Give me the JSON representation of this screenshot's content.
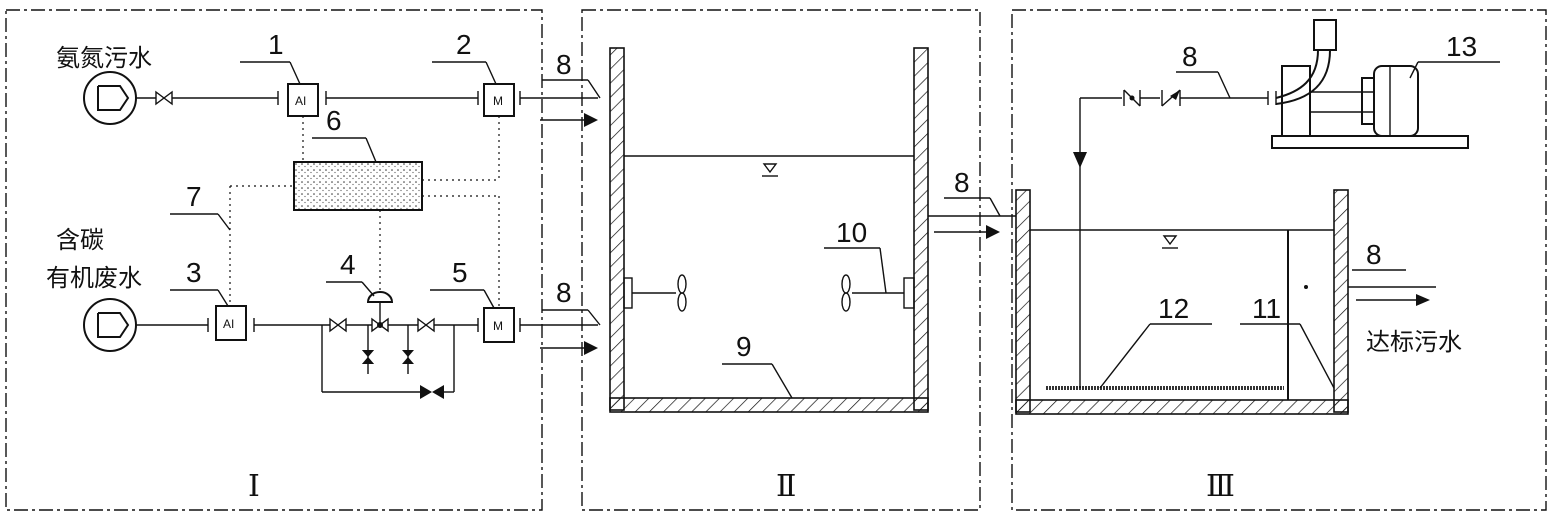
{
  "labels": {
    "ammonia_wastewater": "氨氮污水",
    "carbon_wastewater_line1": "含碳",
    "carbon_wastewater_line2": "有机废水",
    "compliant_wastewater": "达标污水",
    "instrument_ai": "AI",
    "instrument_m": "M"
  },
  "callouts": {
    "n1": "1",
    "n2": "2",
    "n3": "3",
    "n4": "4",
    "n5": "5",
    "n6": "6",
    "n7": "7",
    "n8": "8",
    "n9": "9",
    "n10": "10",
    "n11": "11",
    "n12": "12",
    "n13": "13"
  },
  "sections": {
    "s1": "Ⅰ",
    "s2": "Ⅱ",
    "s3": "Ⅲ"
  }
}
